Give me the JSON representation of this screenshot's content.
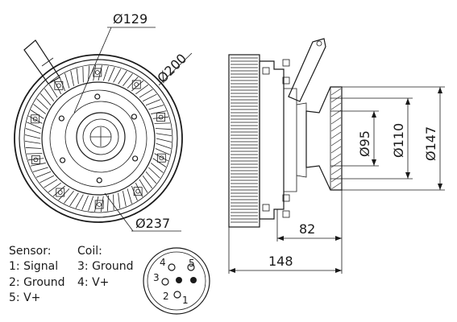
{
  "front_view": {
    "dims": {
      "d129": "Ø129",
      "d200": "Ø200",
      "d237": "Ø237"
    }
  },
  "side_view": {
    "dims": {
      "d95": "Ø95",
      "d110": "Ø110",
      "d147": "Ø147",
      "len82": "82",
      "len148": "148"
    }
  },
  "legend": {
    "sensor": {
      "title": "Sensor:",
      "pins": [
        "1: Signal",
        "2: Ground",
        "5: V+"
      ]
    },
    "coil": {
      "title": "Coil:",
      "pins": [
        "3: Ground",
        "4: V+"
      ]
    }
  },
  "connector": {
    "pin_labels": [
      "1",
      "2",
      "3",
      "4",
      "5"
    ]
  }
}
